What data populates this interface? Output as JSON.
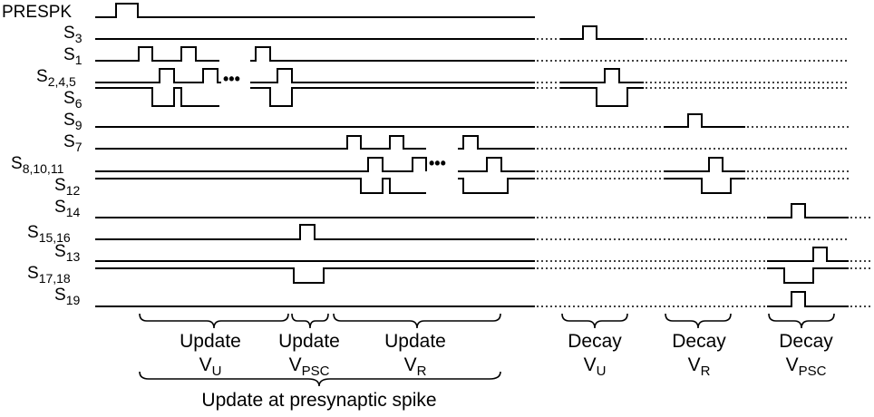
{
  "signals": [
    {
      "id": "PRESPK",
      "label": "PRESPK",
      "sub": ""
    },
    {
      "id": "S3",
      "label": "S",
      "sub": "3"
    },
    {
      "id": "S1",
      "label": "S",
      "sub": "1"
    },
    {
      "id": "S245",
      "label": "S",
      "sub": "2,4,5"
    },
    {
      "id": "S6",
      "label": "S",
      "sub": "6"
    },
    {
      "id": "S9",
      "label": "S",
      "sub": "9"
    },
    {
      "id": "S7",
      "label": "S",
      "sub": "7"
    },
    {
      "id": "S81011",
      "label": "S",
      "sub": "8,10,11"
    },
    {
      "id": "S12",
      "label": "S",
      "sub": "12"
    },
    {
      "id": "S14",
      "label": "S",
      "sub": "14"
    },
    {
      "id": "S1516",
      "label": "S",
      "sub": "15,16"
    },
    {
      "id": "S13",
      "label": "S",
      "sub": "13"
    },
    {
      "id": "S1718",
      "label": "S",
      "sub": "17,18"
    },
    {
      "id": "S19",
      "label": "S",
      "sub": "19"
    }
  ],
  "ellipsis": "•••",
  "phases": [
    {
      "id": "update-vu",
      "line1": "Update",
      "var": "V",
      "sub": "U"
    },
    {
      "id": "update-vpsc",
      "line1": "Update",
      "var": "V",
      "sub": "PSC"
    },
    {
      "id": "update-vr",
      "line1": "Update",
      "var": "V",
      "sub": "R"
    },
    {
      "id": "decay-vu",
      "line1": "Decay",
      "var": "V",
      "sub": "U"
    },
    {
      "id": "decay-vr",
      "line1": "Decay",
      "var": "V",
      "sub": "R"
    },
    {
      "id": "decay-vpsc",
      "line1": "Decay",
      "var": "V",
      "sub": "PSC"
    }
  ],
  "group_label": "Update at presynaptic spike"
}
